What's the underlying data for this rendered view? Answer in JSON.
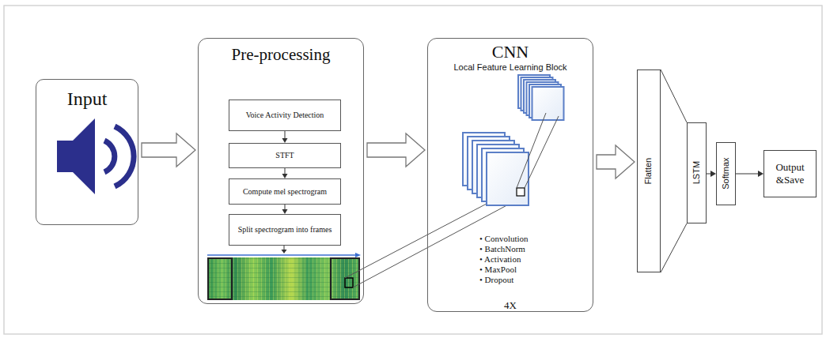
{
  "diagram": {
    "nodes": [
      {
        "text": [
          "Input"
        ]
      },
      {
        "text": [
          "Pre-processing"
        ]
      },
      {
        "text": [
          "Voice Activity Detection"
        ],
        "in": 1
      },
      {
        "text": [
          "STFT"
        ],
        "in": 1
      },
      {
        "text": [
          "Compute mel spectrogram"
        ],
        "in": 1
      },
      {
        "text": [
          "Split spectrogram into frames"
        ],
        "in": 1
      },
      {
        "text": [
          "CNN",
          "Local Feature Learning Block",
          "• Convolution",
          "• BatchNorm",
          "• Activation",
          "• MaxPool",
          "• Dropout",
          "4X"
        ]
      },
      {
        "text": [
          "Flatten"
        ]
      },
      {
        "text": [
          "LSTM"
        ]
      },
      {
        "text": [
          "Softmax"
        ]
      },
      {
        "text": [
          "Output &Save"
        ]
      }
    ],
    "edges": [
      {
        "from": 0,
        "to": 1,
        "arrow": "to"
      },
      {
        "from": 1,
        "to": 6,
        "arrow": "to"
      },
      {
        "from": 6,
        "to": 7,
        "arrow": "to"
      },
      {
        "from": 2,
        "to": 3,
        "arrow": "to"
      },
      {
        "from": 3,
        "to": 4,
        "arrow": "to"
      },
      {
        "from": 4,
        "to": 5,
        "arrow": "to"
      },
      {
        "from": 7,
        "to": 8,
        "arrow": "none"
      },
      {
        "from": 8,
        "to": 9,
        "arrow": "to"
      },
      {
        "from": 9,
        "to": 10,
        "arrow": "to"
      }
    ]
  }
}
